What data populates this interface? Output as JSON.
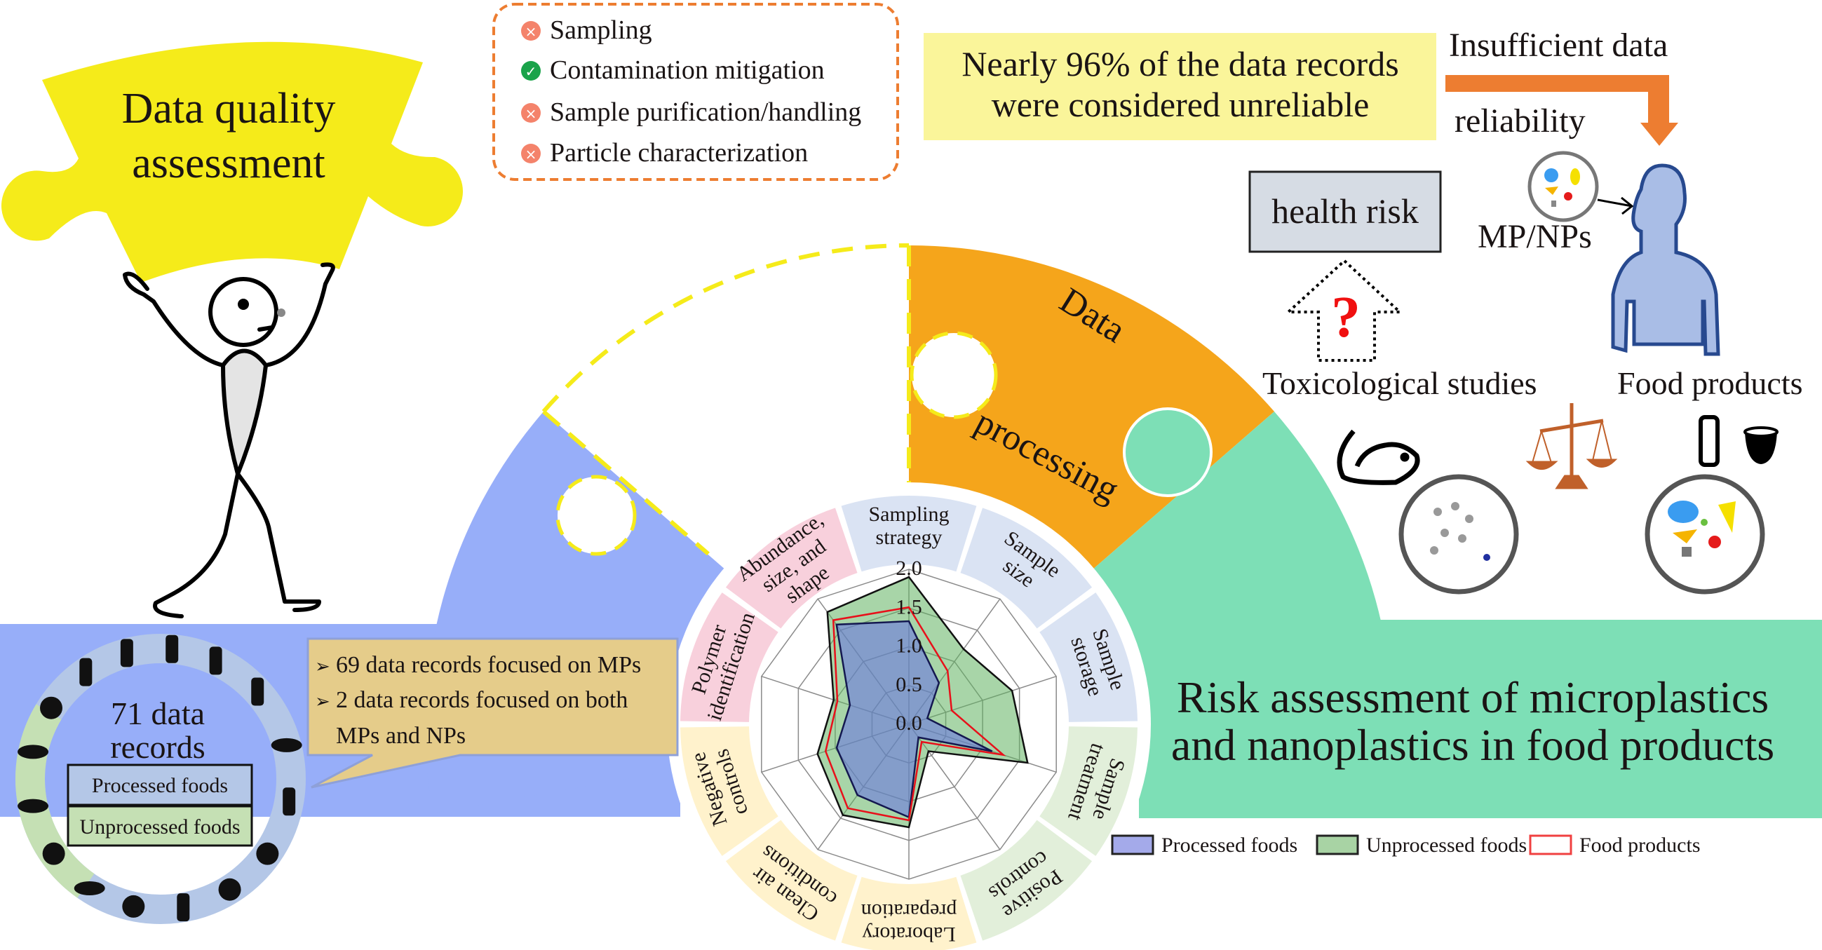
{
  "puzzle": {
    "title_line1": "Data quality",
    "title_line2": "assessment"
  },
  "criteria": {
    "items": [
      {
        "label": "Sampling",
        "status": "fail"
      },
      {
        "label": "Contamination mitigation",
        "status": "pass"
      },
      {
        "label": "Sample purification/handling",
        "status": "fail"
      },
      {
        "label": "Particle characterization",
        "status": "fail"
      }
    ],
    "fail_symbol": "×",
    "pass_symbol": "✓"
  },
  "finding": {
    "line1": "Nearly 96% of the data records",
    "line2": "were considered unreliable"
  },
  "reliability": {
    "line1": "Insufficient data",
    "line2": "reliability"
  },
  "health": {
    "box": "health risk",
    "question": "?",
    "mp_label": "MP/NPs",
    "tox_label": "Toxicological studies",
    "food_label": "Food products"
  },
  "processing": {
    "line1": "Data",
    "line2": "processing"
  },
  "records": {
    "line1": "71 data",
    "line2": "records",
    "processed": "Processed foods",
    "unprocessed": "Unprocessed foods",
    "bullet": "➢",
    "callout": [
      "69 data records focused on MPs",
      "2 data records focused on both",
      "MPs and NPs"
    ]
  },
  "risk_title": {
    "line1": "Risk assessment of microplastics",
    "line2": "and nanoplastics in food products"
  },
  "colors": {
    "blue": "#97aef9",
    "orange": "#f5a51b",
    "green": "#7ddfb6",
    "yellow": "#f5eb1a",
    "arrow": "#ed7d31",
    "fail": "#f4836b",
    "pass": "#1aa34a"
  },
  "chart_data": {
    "type": "radar",
    "axes": [
      [
        "Sampling",
        "strategy"
      ],
      [
        "Sample",
        "size"
      ],
      [
        "Sample",
        "storage"
      ],
      [
        "Sample",
        "treatment"
      ],
      [
        "Positive",
        "controls"
      ],
      [
        "Laboratory",
        "preparation"
      ],
      [
        "Clean air",
        "conditions"
      ],
      [
        "Negative",
        "controls"
      ],
      [
        "Polymer",
        "identification"
      ],
      [
        "Abundance,",
        "size, and",
        "shape"
      ]
    ],
    "wedge_colors": [
      "#dae3f3",
      "#dae3f3",
      "#dae3f3",
      "#e2efda",
      "#e2efda",
      "#fff2cc",
      "#fff2cc",
      "#fff2cc",
      "#f8d0dc",
      "#f8d0dc"
    ],
    "ticks": [
      "0.0",
      "0.5",
      "1.0",
      "1.5",
      "2.0"
    ],
    "rmax": 2.0,
    "series": [
      {
        "name": "Unprocessed foods",
        "fill": "rgba(96,178,96,0.55)",
        "stroke": "#111",
        "values": [
          1.9,
          1.2,
          1.4,
          1.61,
          0.43,
          1.33,
          1.45,
          1.24,
          1.02,
          1.79
        ]
      },
      {
        "name": "Processed foods",
        "fill": "rgba(102,112,230,0.55)",
        "stroke": "#141850",
        "values": [
          1.33,
          0.66,
          0.25,
          1.13,
          0.21,
          1.2,
          1.13,
          0.98,
          0.8,
          1.59
        ]
      },
      {
        "name": "Food products",
        "fill": "none",
        "stroke": "#e8101a",
        "values": [
          1.51,
          0.85,
          0.58,
          1.28,
          0.28,
          1.24,
          1.34,
          1.13,
          0.97,
          1.66
        ]
      }
    ],
    "legend": [
      {
        "label": "Processed foods",
        "fill": "#a4aaea",
        "stroke": "#222"
      },
      {
        "label": "Unprocessed foods",
        "fill": "#a8d3a4",
        "stroke": "#222"
      },
      {
        "label": "Food products",
        "fill": "#ffffff",
        "stroke": "#f04040"
      }
    ],
    "legend_position": "bottom-right"
  }
}
